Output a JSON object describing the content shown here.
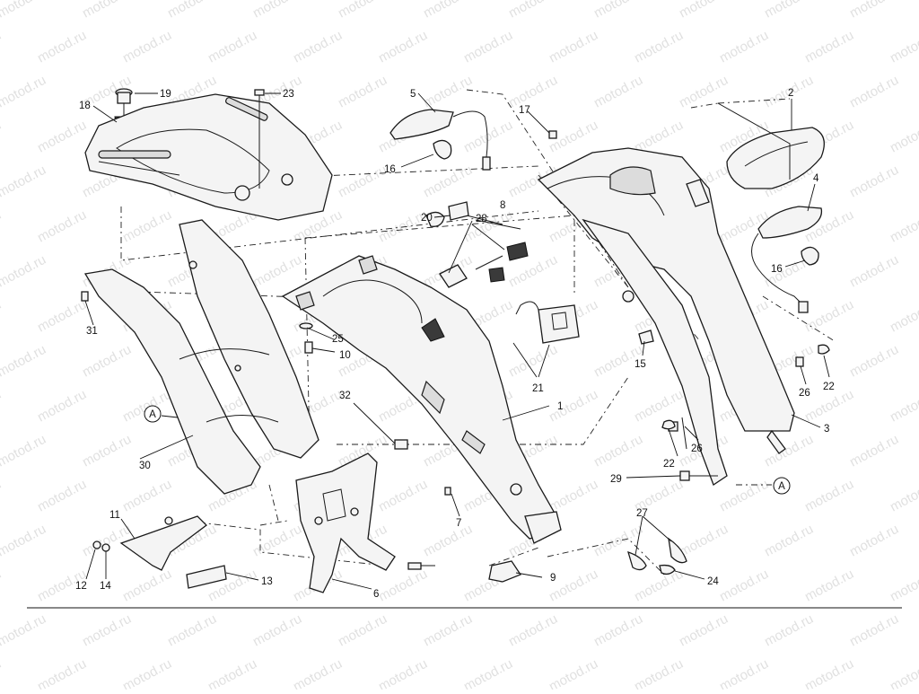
{
  "watermark": "motod.ru",
  "reference_marker": "A",
  "callouts": [
    "1",
    "2",
    "3",
    "4",
    "5",
    "6",
    "7",
    "8",
    "9",
    "10",
    "11",
    "12",
    "13",
    "14",
    "15",
    "16",
    "16",
    "17",
    "18",
    "19",
    "20",
    "21",
    "22",
    "22",
    "23",
    "24",
    "25",
    "26",
    "26",
    "27",
    "28",
    "29",
    "30",
    "31",
    "32"
  ],
  "colors": {
    "line": "#1a1a1a",
    "fill": "#f4f4f4",
    "watermark": "#c8c8c8"
  }
}
